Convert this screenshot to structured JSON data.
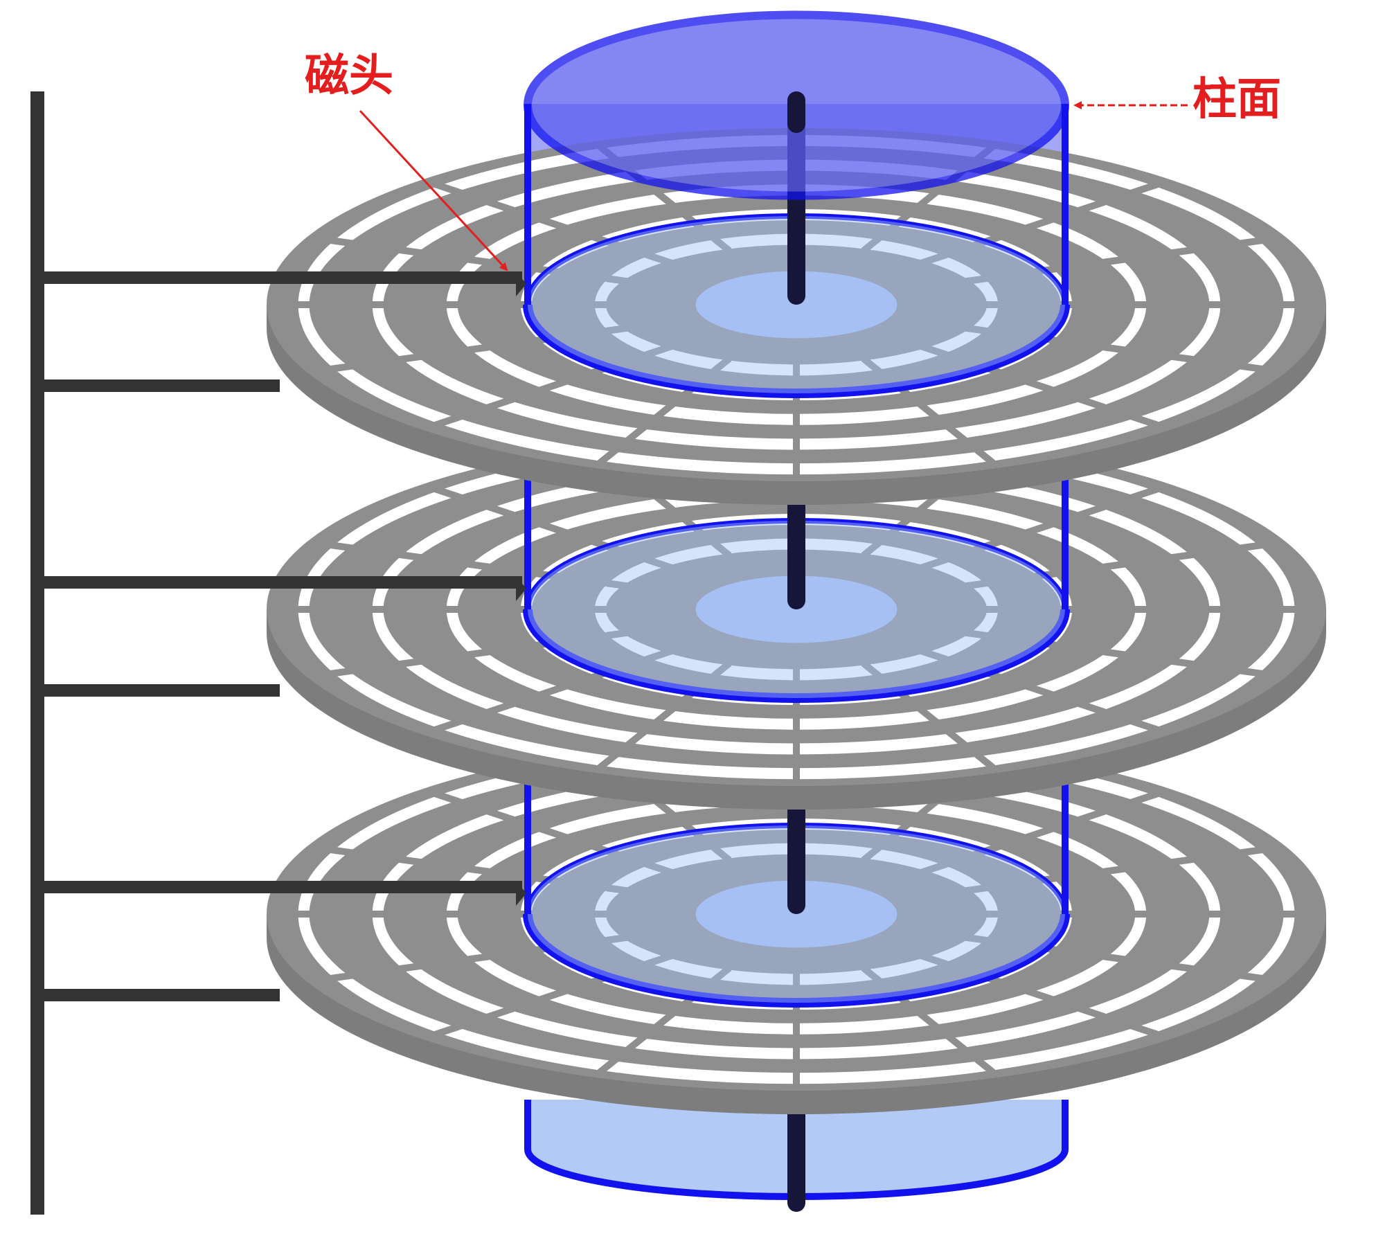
{
  "labels": {
    "head": "磁头",
    "cylinder": "柱面"
  },
  "colors": {
    "label_text": "#e41e1e",
    "annotation_line": "#e41e1e",
    "platter": "#8e8e8e",
    "track_gap": "#ffffff",
    "cylinder_stroke": "#1212ee",
    "cylinder_fill": "#5a5ef0",
    "cylinder_inner_fill": "#a6c0f4",
    "spindle": "#16163a",
    "arm": "#333333"
  },
  "platter_count": 3,
  "tracks_per_platter": 5,
  "sectors_per_track": 16
}
